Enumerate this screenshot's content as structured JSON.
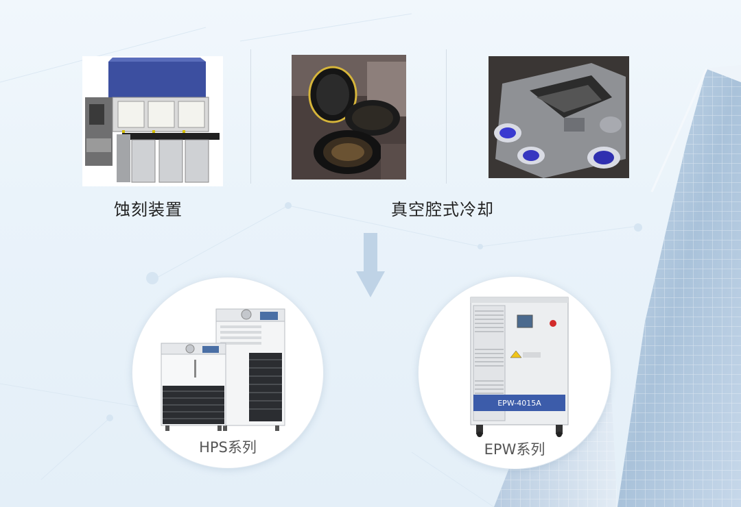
{
  "applications": {
    "etching_label": "蚀刻装置",
    "vacuum_label": "真空腔式冷却"
  },
  "products": [
    {
      "name": "HPS系列"
    },
    {
      "name": "EPW系列",
      "plate_text": "EPW-4015A"
    }
  ],
  "colors": {
    "accent_arrow": "#bfd3e6",
    "equipment_blue": "#3c4fa0"
  }
}
